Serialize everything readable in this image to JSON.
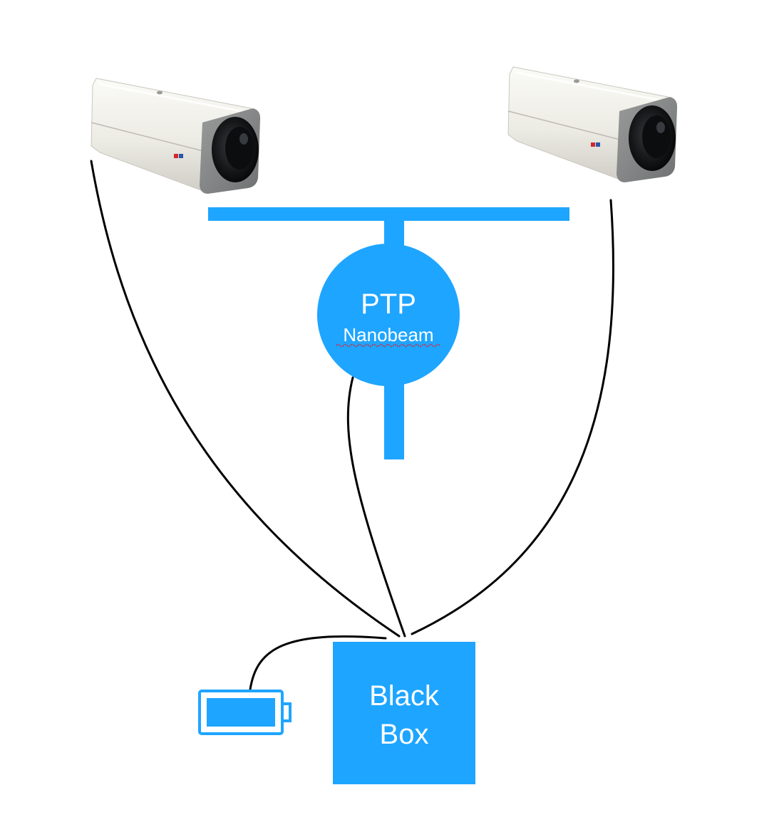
{
  "colors": {
    "accent": "#1ea5ff",
    "wire": "#000000",
    "spellcheck_underline": "#e0202a"
  },
  "ptp_node": {
    "title": "PTP",
    "subtitle": "Nanobeam"
  },
  "black_box": {
    "line1": "Black",
    "line2": "Box"
  },
  "icons": {
    "camera": "camera-icon",
    "battery": "battery-icon"
  }
}
